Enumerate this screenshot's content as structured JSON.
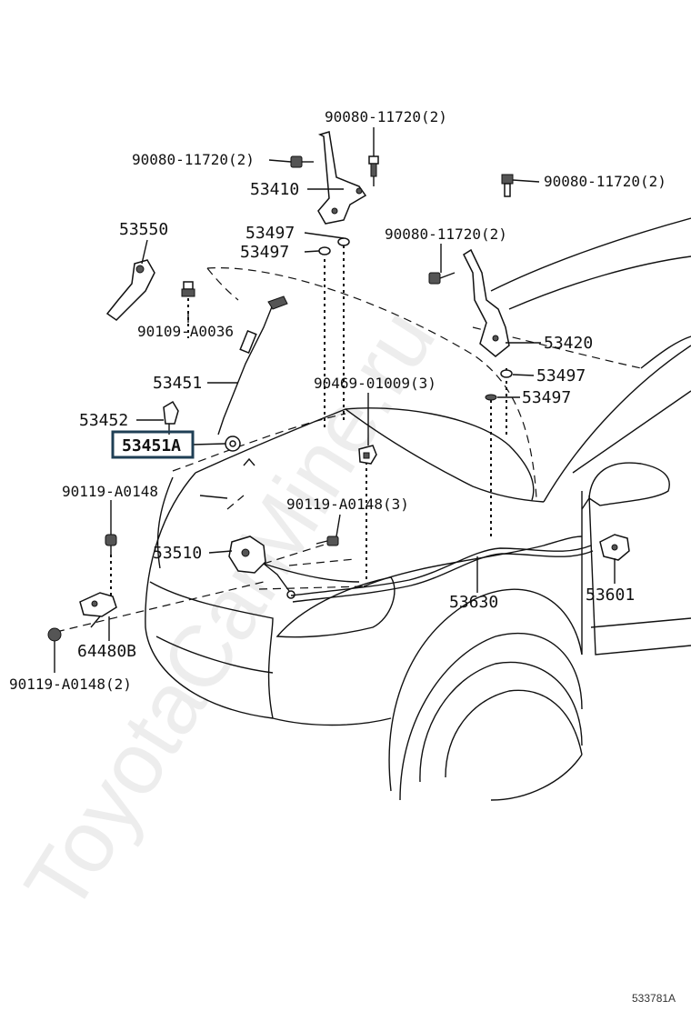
{
  "watermark": "ToyotaCarMine.ru",
  "document_id": "533781A",
  "highlight_color": "#1f3f55",
  "labels": {
    "l_90080_top": "90080-11720(2)",
    "l_90080_left": "90080-11720(2)",
    "l_53410": "53410",
    "l_90080_right": "90080-11720(2)",
    "l_53550": "53550",
    "l_53497_a": "53497",
    "l_53497_b": "53497",
    "l_90080_mid": "90080-11720(2)",
    "l_90109": "90109-A0036",
    "l_53420": "53420",
    "l_53451": "53451",
    "l_90469": "90469-01009(3)",
    "l_53497_c": "53497",
    "l_53497_d": "53497",
    "l_53452": "53452",
    "l_53451A": "53451A",
    "l_90119_a": "90119-A0148",
    "l_90119_b": "90119-A0148(3)",
    "l_53510": "53510",
    "l_53630": "53630",
    "l_53601": "53601",
    "l_64480B": "64480B",
    "l_90119_c": "90119-A0148(2)"
  }
}
